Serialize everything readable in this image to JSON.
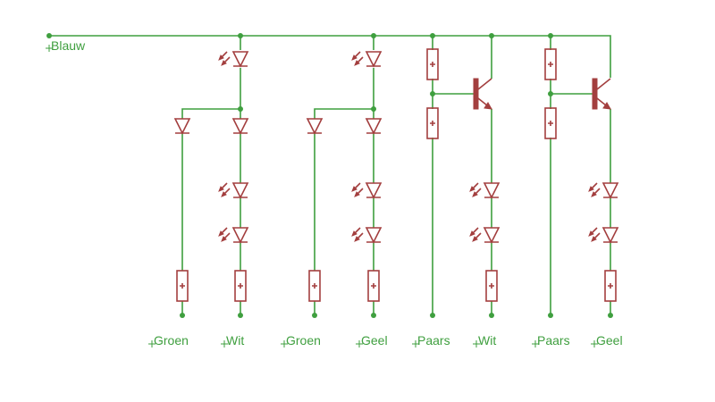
{
  "diagram": {
    "wire_color": "#3f9f3f",
    "component_color": "#a33f3f",
    "background": "#ffffff",
    "supply_label": "Blauw",
    "net_labels": [
      "Groen",
      "Wit",
      "Groen",
      "Geel",
      "Paars",
      "Wit",
      "Paars",
      "Geel"
    ]
  }
}
